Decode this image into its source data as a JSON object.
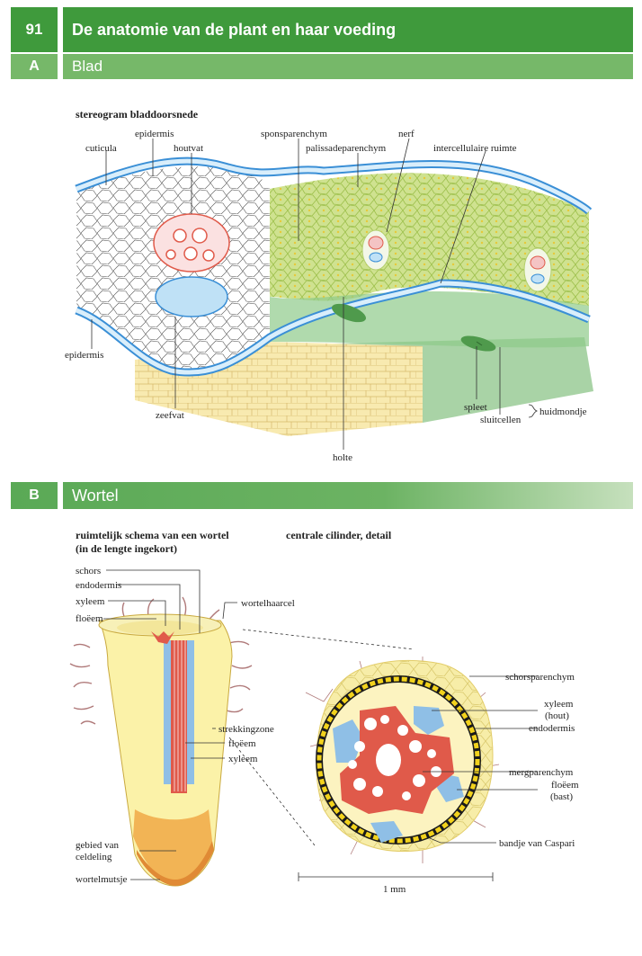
{
  "header": {
    "number": "91",
    "title": "De anatomie van de plant en haar voeding"
  },
  "section_a": {
    "letter": "A",
    "title": "Blad",
    "subtitle": "stereogram bladdoorsnede"
  },
  "section_b": {
    "letter": "B",
    "title": "Wortel",
    "subtitle_left_1": "ruimtelijk schema van een wortel",
    "subtitle_left_2": "(in de lengte ingekort)",
    "subtitle_right": "centrale cilinder, detail"
  },
  "leaf_labels": {
    "cuticula": "cuticula",
    "epidermis_top": "epidermis",
    "houtvat": "houtvat",
    "sponsparenchym": "sponsparenchym",
    "palissadeparenchym": "palissadeparenchym",
    "nerf": "nerf",
    "intercellulaire_ruimte": "intercellulaire ruimte",
    "epidermis_left": "epidermis",
    "zeefvat": "zeefvat",
    "holte": "holte",
    "spleet": "spleet",
    "sluitcellen": "sluitcellen",
    "huidmondje": "huidmondje"
  },
  "root_labels": {
    "schors": "schors",
    "endodermis": "endodermis",
    "xyleem": "xyleem",
    "floeem": "floëem",
    "wortelhaarcel": "wortelhaarcel",
    "strekkingzone": "strekkingzone",
    "floeem_inner": "floëem",
    "xyleem_inner": "xyleem",
    "gebied_1": "gebied van",
    "gebied_2": "celdeling",
    "wortelmutsje": "wortelmutsje"
  },
  "cylinder_labels": {
    "schorsparenchym": "schorsparenchym",
    "xyleem_1": "xyleem",
    "xyleem_2": "(hout)",
    "endodermis": "endodermis",
    "mergparenchym": "mergparenchym",
    "floeem_1": "floëem",
    "floeem_2": "(bast)",
    "caspari": "bandje van Caspari",
    "scale": "1 mm"
  },
  "colors": {
    "header_dark": "#3f9a3c",
    "header_light": "#76b869",
    "xylem_red": "#e05a4a",
    "phloem_blue": "#8fbfe6",
    "cortex_yellow": "#f6eca0",
    "leaf_green": "#c8df86"
  }
}
